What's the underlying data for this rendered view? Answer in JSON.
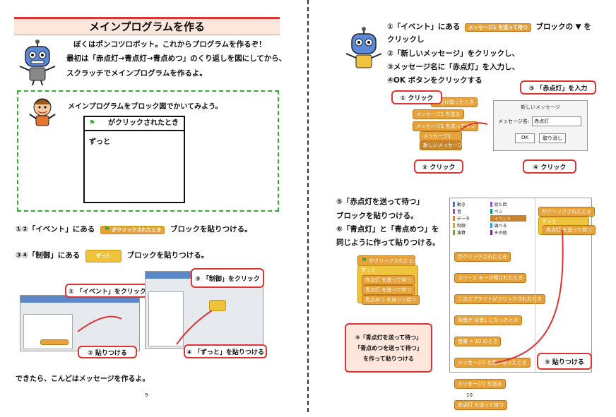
{
  "left_page": {
    "title": "メインプログラムを作る",
    "intro": [
      "ぼくはポンコツロボット。これからプログラムを作るぞ！",
      "最初は「赤点灯→青点灯→青点めつ」のくり返しを図にしてから、",
      "スクラッチでメインプログラムを作るよ。"
    ],
    "box_instruction": "メインプログラムをブロック図でかいてみよう。",
    "diagram": {
      "hat": "がクリックされたとき",
      "loop": "ずっと"
    },
    "step12": {
      "pre": "①②「イベント」にある",
      "block": "がクリックされたとき",
      "post": "ブロックを貼りつける。"
    },
    "step34": {
      "pre": "③④「制御」にある",
      "block": "ずっと",
      "post": "ブロックを貼りつける。"
    },
    "callouts": [
      "① 「イベント」をクリック",
      "② 貼りつける",
      "③ 「制御」をクリック",
      "④ 「ずっと」を貼りつける"
    ],
    "footer": "できたら、こんどはメッセージを作るよ。",
    "page_number": "9"
  },
  "right_page": {
    "steps": [
      {
        "pre": "①「イベント」にある",
        "block": "メッセージ1 を送って待つ",
        "post": "ブロックの ▼ を"
      },
      {
        "pre": "クリックし"
      },
      {
        "pre": "②「新しいメッセージ」をクリックし、"
      },
      {
        "pre": "③メッセージ名に「赤点灯」を入力し、"
      },
      {
        "pre": "④OK ボタンをクリックする"
      }
    ],
    "dropdown_blocks": [
      "を受け取ったとき",
      "メッセージ1 を送る",
      "メッセージ1 を送って待つ",
      "メッセージ1",
      "新しいメッセージ"
    ],
    "dialog": {
      "title": "新しいメッセージ",
      "label": "メッセージ名:",
      "value": "赤点灯",
      "ok": "OK",
      "cancel": "取り消し"
    },
    "callouts": {
      "c1": "① クリック",
      "c2": "② クリック",
      "c3": "③ 「赤点灯」を入力",
      "c4": "④ クリック"
    },
    "step56": [
      "⑤「赤点灯を送って待つ」",
      "ブロックを貼りつける。",
      "⑥「青点灯」と「青点めつ」を",
      "同じように作って貼りつける。"
    ],
    "program": {
      "hat": "がクリックされたとき",
      "loop": "ずっと",
      "sends": [
        "赤点灯",
        "青点灯",
        "青点めつ"
      ],
      "send_suffix": "を送って待つ"
    },
    "callout6": [
      "⑥「青点灯を送って待つ」",
      "「青点めつを送って待つ」",
      "を作って貼りつける"
    ],
    "palette_categories": [
      "動き",
      "見た目",
      "音",
      "ペン",
      "データ",
      "イベント",
      "制御",
      "調べる",
      "演算",
      "その他"
    ],
    "palette_blocks": [
      "がクリックされたとき",
      "スペース キーが押されたとき",
      "このスプライトがクリックされたとき",
      "背景が 背景1 になったとき",
      "音量 > 10 のとき",
      "メッセージ1 を受け取ったとき",
      "メッセージ1 を送る",
      "赤点灯 を送って待つ"
    ],
    "script_blocks": [
      "がクリックされたとき",
      "ずっと",
      "赤点灯 を送って待つ"
    ],
    "callout5": "⑤ 貼りつける",
    "page_number": "10"
  }
}
